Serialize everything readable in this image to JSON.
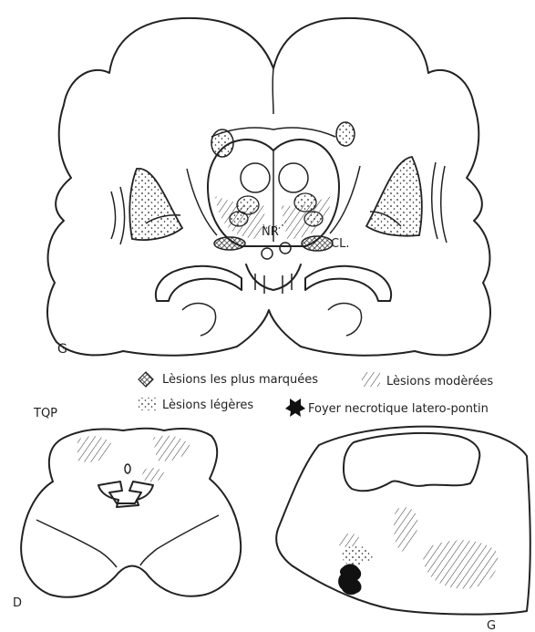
{
  "labels": {
    "nr": "NR",
    "cl": "CL.",
    "g_top": "G",
    "tqp": "TQP",
    "d": "D",
    "g_bottom": "G"
  },
  "legend": {
    "marked": "Lèsions les plus marquées",
    "moderate": "Lèsions modèrées",
    "light": "Lèsions légères",
    "necrotic": "Foyer necrotique latero-pontin"
  },
  "colors": {
    "ink": "#222222",
    "paper": "#ffffff"
  }
}
